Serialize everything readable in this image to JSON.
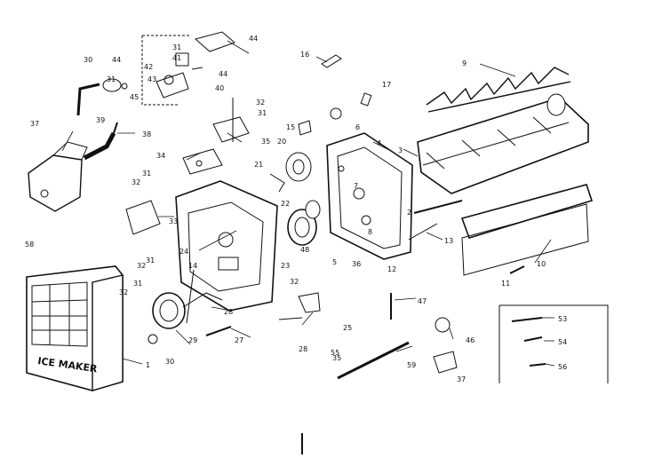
{
  "diagram": {
    "panel_text": "ICE MAKER",
    "callouts": [
      {
        "id": "c1",
        "text": "1"
      },
      {
        "id": "c2",
        "text": "2"
      },
      {
        "id": "c3",
        "text": "3"
      },
      {
        "id": "c4",
        "text": "4"
      },
      {
        "id": "c5",
        "text": "5"
      },
      {
        "id": "c6",
        "text": "6"
      },
      {
        "id": "c7",
        "text": "7"
      },
      {
        "id": "c8",
        "text": "8"
      },
      {
        "id": "c9",
        "text": "9"
      },
      {
        "id": "c10",
        "text": "10"
      },
      {
        "id": "c11",
        "text": "11"
      },
      {
        "id": "c12",
        "text": "12"
      },
      {
        "id": "c13",
        "text": "13"
      },
      {
        "id": "c14",
        "text": "14"
      },
      {
        "id": "c15",
        "text": "15"
      },
      {
        "id": "c16",
        "text": "16"
      },
      {
        "id": "c17",
        "text": "17"
      },
      {
        "id": "c20",
        "text": "20"
      },
      {
        "id": "c21",
        "text": "21"
      },
      {
        "id": "c22",
        "text": "22"
      },
      {
        "id": "c23",
        "text": "23"
      },
      {
        "id": "c24",
        "text": "24"
      },
      {
        "id": "c25",
        "text": "25"
      },
      {
        "id": "c27",
        "text": "27"
      },
      {
        "id": "c28",
        "text": "28"
      },
      {
        "id": "c28b",
        "text": "28"
      },
      {
        "id": "c29",
        "text": "29"
      },
      {
        "id": "c30a",
        "text": "30"
      },
      {
        "id": "c30b",
        "text": "30"
      },
      {
        "id": "c31a",
        "text": "31"
      },
      {
        "id": "c31b",
        "text": "31"
      },
      {
        "id": "c31c",
        "text": "31"
      },
      {
        "id": "c31d",
        "text": "31"
      },
      {
        "id": "c31e",
        "text": "31"
      },
      {
        "id": "c31f",
        "text": "31"
      },
      {
        "id": "c32a",
        "text": "32"
      },
      {
        "id": "c32b",
        "text": "32"
      },
      {
        "id": "c32c",
        "text": "32"
      },
      {
        "id": "c32d",
        "text": "32"
      },
      {
        "id": "c32e",
        "text": "32"
      },
      {
        "id": "c33",
        "text": "33"
      },
      {
        "id": "c34",
        "text": "34"
      },
      {
        "id": "c35",
        "text": "35"
      },
      {
        "id": "c35b",
        "text": "35"
      },
      {
        "id": "c36",
        "text": "36"
      },
      {
        "id": "c37",
        "text": "37"
      },
      {
        "id": "c37b",
        "text": "37"
      },
      {
        "id": "c38",
        "text": "38"
      },
      {
        "id": "c39",
        "text": "39"
      },
      {
        "id": "c40",
        "text": "40"
      },
      {
        "id": "c41",
        "text": "41"
      },
      {
        "id": "c42",
        "text": "42"
      },
      {
        "id": "c43",
        "text": "43"
      },
      {
        "id": "c44a",
        "text": "44"
      },
      {
        "id": "c44b",
        "text": "44"
      },
      {
        "id": "c44c",
        "text": "44"
      },
      {
        "id": "c45",
        "text": "45"
      },
      {
        "id": "c46",
        "text": "46"
      },
      {
        "id": "c47",
        "text": "47"
      },
      {
        "id": "c48",
        "text": "48"
      },
      {
        "id": "c53",
        "text": "53"
      },
      {
        "id": "c54",
        "text": "54"
      },
      {
        "id": "c55",
        "text": "55"
      },
      {
        "id": "c56",
        "text": "56"
      },
      {
        "id": "c58",
        "text": "58"
      },
      {
        "id": "c59",
        "text": "59"
      }
    ]
  }
}
